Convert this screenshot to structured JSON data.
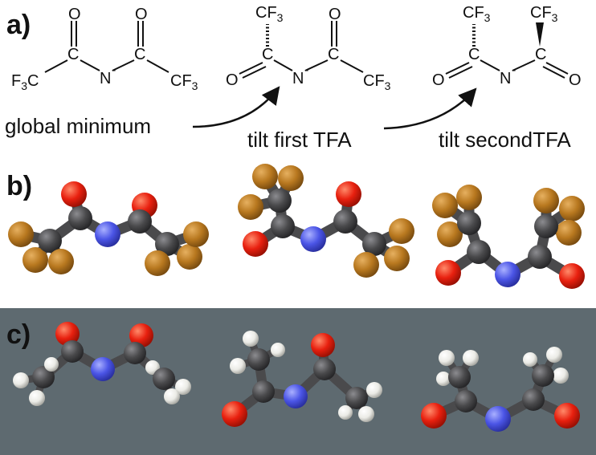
{
  "panels": {
    "a": {
      "label": "a)",
      "atoms": {
        "c": "C",
        "o": "O",
        "n": "N",
        "minus": "-",
        "cf3": "CF",
        "f3": "F",
        "three": "3"
      },
      "steps": [
        "global minimum",
        "tilt first TFA",
        "tilt secondTFA"
      ]
    },
    "b": {
      "label": "b)"
    },
    "c": {
      "label": "c)"
    }
  },
  "colors": {
    "carbon": "#4a4a4c",
    "oxygen": "#e8200f",
    "nitrogen": "#4b55e6",
    "fluorine": "#b8781f",
    "hydrogen": "#ebebe6",
    "panel_c_background": "#5e6a70",
    "ink": "#111111"
  }
}
